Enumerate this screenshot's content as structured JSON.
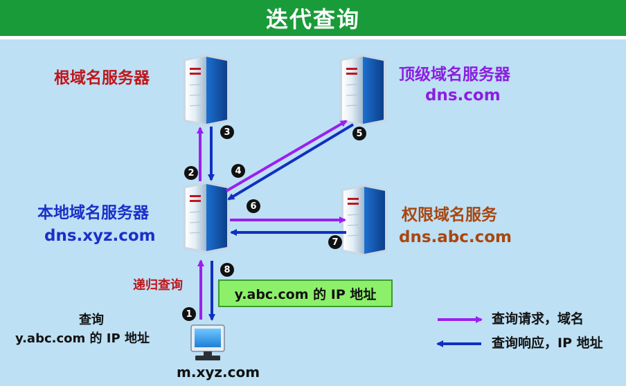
{
  "title": "迭代查询",
  "nodes": {
    "root": {
      "name": "根域名服务器"
    },
    "tld": {
      "name": "顶级域名服务器",
      "domain": "dns.com"
    },
    "local": {
      "name": "本地域名服务器",
      "domain": "dns.xyz.com"
    },
    "auth": {
      "name": "权限域名服务",
      "domain": "dns.abc.com"
    },
    "host": {
      "query_line1": "查询",
      "query_line2": "y.abc.com 的 IP 地址",
      "domain": "m.xyz.com"
    }
  },
  "steps": [
    "1",
    "2",
    "3",
    "4",
    "5",
    "6",
    "7",
    "8"
  ],
  "recursive_label": "递归查询",
  "answer_box": "y.abc.com 的 IP 地址",
  "legend": {
    "request": "查询请求，域名",
    "response": "查询响应，IP 地址"
  },
  "colors": {
    "title_bg": "#1a9b3a",
    "background": "#bde0f4",
    "request_arrow": "#9a1ff0",
    "response_arrow": "#1030c0"
  }
}
